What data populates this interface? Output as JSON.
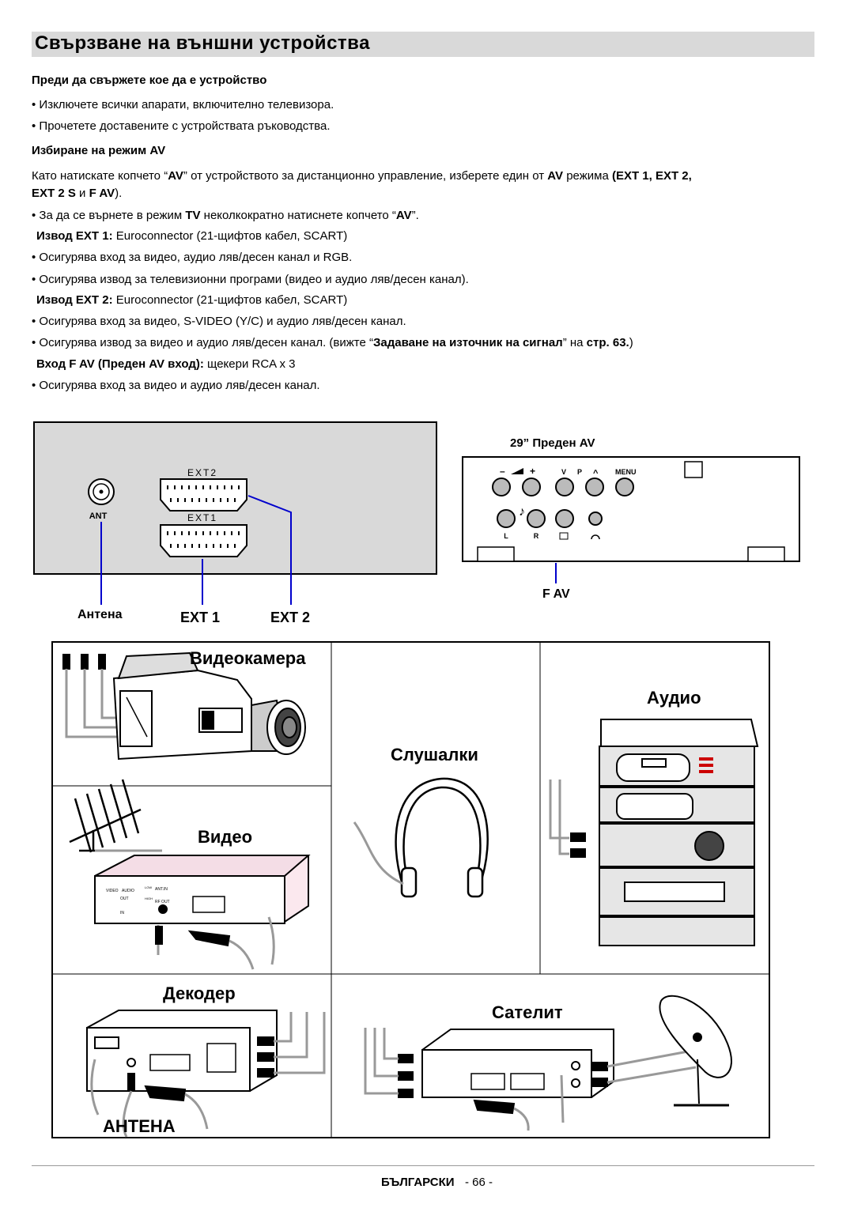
{
  "page": {
    "title": "Свързване на външни устройства",
    "footer": "БЪЛГАРСКИ",
    "page_number": "- 66 -"
  },
  "section_before": {
    "heading": "Преди да свържете кое да е устройство",
    "bullet1": "• Изключете всички апарати, включително телевизора.",
    "bullet2": "• Прочетете доставените с устройствата ръководства."
  },
  "section_av": {
    "heading": "Избиране на режим AV",
    "p1_a": "Като натискате копчето “",
    "p1_b": "AV",
    "p1_c": "” от устройството за дистанционно управление, изберете един от ",
    "p1_d": "AV",
    "p1_e": " режима ",
    "p1_f": "(EXT 1, EXT 2,",
    "p1_g": "EXT 2 S",
    "p1_h": " и ",
    "p1_i": "F AV",
    "p1_j": ").",
    "p2_a": "• За да се върнете в режим ",
    "p2_b": "TV",
    "p2_c": " неколкократно натиснете копчето “",
    "p2_d": "AV",
    "p2_e": "”.",
    "ext1_label": "Извод EXT 1:",
    "ext1_text": " Euroconnector (21-щифтов кабел, SCART)",
    "ext1_b1": "• Осигурява вход за видео, аудио ляв/десен канал и RGB.",
    "ext1_b2": "• Осигурява извод за телевизионни програми (видео и аудио ляв/десен канал).",
    "ext2_label": "Извод EXT 2:",
    "ext2_text": " Euroconnector (21-щифтов кабел, SCART)",
    "ext2_b1": "• Осигурява вход за видео, S-VIDEO (Y/C) и аудио ляв/десен канал.",
    "ext2_b2_a": "• Осигурява извод за видео и аудио ляв/десен канал. (вижте “",
    "ext2_b2_b": "Задаване на източник на сигнал",
    "ext2_b2_c": "” на ",
    "ext2_b2_d": "стр. 63.",
    "ext2_b2_e": ")",
    "fav_label": "Вход F AV (Преден AV вход):",
    "fav_text": "  щекери RCA x 3",
    "fav_b1": "• Осигурява вход за видео и аудио ляв/десен канал."
  },
  "diagram": {
    "rear_labels": {
      "ext2": "EXT2",
      "ext1": "EXT1",
      "ant": "ANT"
    },
    "front_title": "29”   Преден AV",
    "front_buttons": {
      "minus": "–",
      "plus": "+",
      "v": "V",
      "p": "P",
      "caret": "^",
      "menu": "MENU"
    },
    "front_jacks": {
      "l": "L",
      "r": "R"
    },
    "callouts": {
      "antenna": "Антена",
      "ext1": "EXT 1",
      "ext2": "EXT 2",
      "fav": "F AV"
    },
    "devices": {
      "camcorder": "Видеокамера",
      "audio": "Аудио",
      "headphones": "Слушалки",
      "video": "Видео",
      "decoder": "Декодер",
      "satellite": "Сателит",
      "antenna_big": "АНТЕНА"
    },
    "vcr_panel": {
      "video": "VIDEO",
      "audio": "AUDIO",
      "out": "OUT",
      "in": "IN",
      "low": "LOW",
      "high": "HIGH",
      "ant_in": "ANT.IN",
      "rf_out": "RF OUT"
    }
  }
}
